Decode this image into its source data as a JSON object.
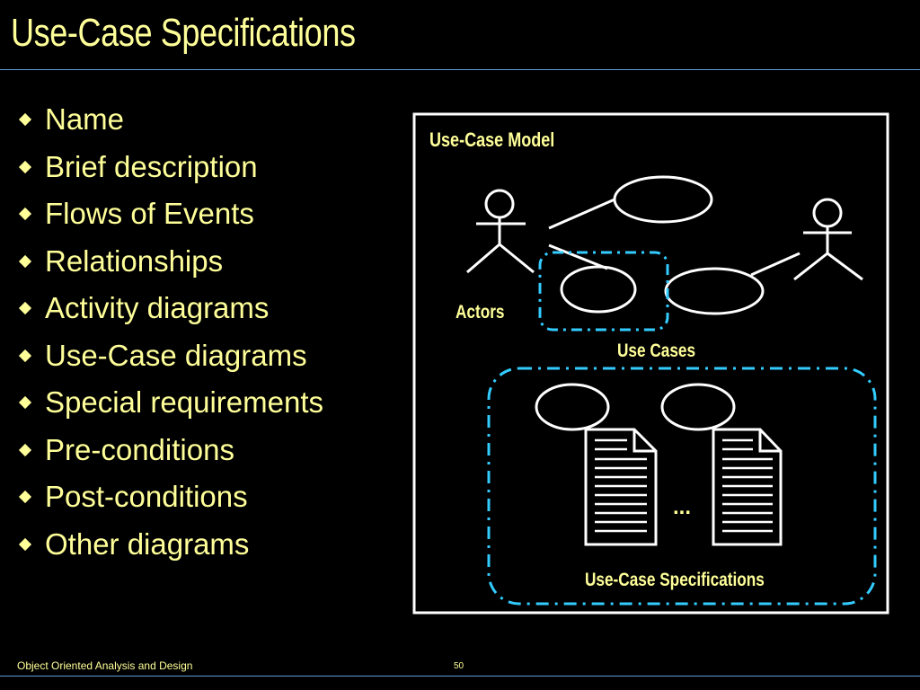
{
  "slide": {
    "title": "Use-Case Specifications",
    "bullets": [
      "Name",
      "Brief description",
      "Flows of Events",
      "Relationships",
      "Activity diagrams",
      "Use-Case diagrams",
      "Special requirements",
      "Pre-conditions",
      "Post-conditions",
      "Other diagrams"
    ]
  },
  "diagram": {
    "model_label": "Use-Case Model",
    "actors_label": "Actors",
    "use_cases_label": "Use Cases",
    "ellipsis": "...",
    "specifications_label": "Use-Case Specifications"
  },
  "footer": {
    "course": "Object Oriented Analysis and Design",
    "page": "50"
  },
  "colors": {
    "background": "#000000",
    "text": "#ffff99",
    "accent_rule": "#5b9bd5",
    "dashed_box": "#33ccff",
    "lines": "#ffffff"
  }
}
